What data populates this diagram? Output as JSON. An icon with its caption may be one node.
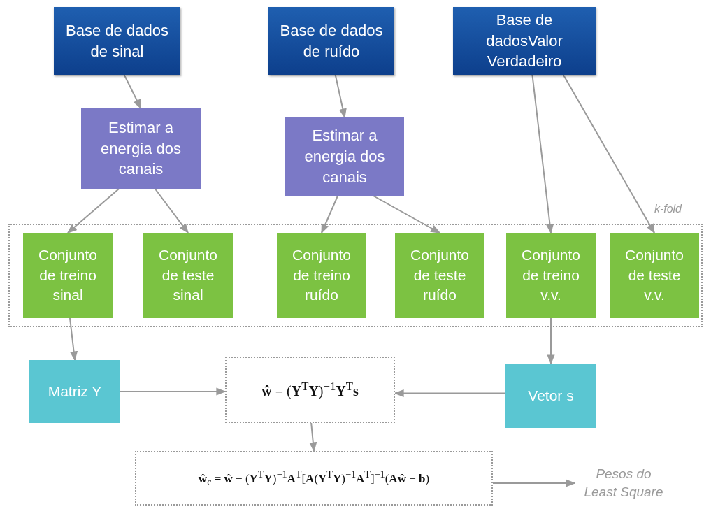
{
  "diagram": {
    "nodes": [
      {
        "text": [
          "Base de dados de sinal"
        ]
      },
      {
        "text": [
          "Base de dados de ruído"
        ]
      },
      {
        "text": [
          "Base de dadosValor Verdadeiro"
        ]
      },
      {
        "text": [
          "Estimar a energia dos canais"
        ]
      },
      {
        "text": [
          "Estimar a energia dos canais"
        ]
      },
      {
        "text": [
          "k-fold"
        ]
      },
      {
        "text": [
          "Conjunto de treino sinal"
        ],
        "in": 5
      },
      {
        "text": [
          "Conjunto de teste sinal"
        ],
        "in": 5
      },
      {
        "text": [
          "Conjunto de treino ruído"
        ],
        "in": 5
      },
      {
        "text": [
          "Conjunto de teste ruído"
        ],
        "in": 5
      },
      {
        "text": [
          "Conjunto de treino v.v."
        ],
        "in": 5
      },
      {
        "text": [
          "Conjunto de teste v.v."
        ],
        "in": 5
      },
      {
        "text": [
          "Matriz Y"
        ]
      },
      {
        "text": [
          "**ŵ** = (**Y**$^{T}$**Y**)$^{−1}$**Y**$^{T}$**s**"
        ]
      },
      {
        "text": [
          "Vetor s"
        ]
      },
      {
        "text": [
          "**ŵ**$_{c}$ = **ŵ** − (**Y**$^{T}$**Y**)$^{−1}$**A**$^{T}$[**A**(**Y**$^{T}$**Y**)$^{−1}$**A**$^{T}$]$^{−1}$(**Aŵ** − **b**)"
        ]
      },
      {
        "text": [
          "Pesos do Least Square"
        ]
      }
    ],
    "edges": [
      {
        "from": 0,
        "to": 3,
        "arrow": "to"
      },
      {
        "from": 1,
        "to": 4,
        "arrow": "to"
      },
      {
        "from": 2,
        "to": 10,
        "arrow": "to"
      },
      {
        "from": 2,
        "to": 11,
        "arrow": "to"
      },
      {
        "from": 3,
        "to": 6,
        "arrow": "to"
      },
      {
        "from": 3,
        "to": 7,
        "arrow": "to"
      },
      {
        "from": 4,
        "to": 8,
        "arrow": "to"
      },
      {
        "from": 4,
        "to": 9,
        "arrow": "to"
      },
      {
        "from": 6,
        "to": 12,
        "arrow": "to"
      },
      {
        "from": 10,
        "to": 14,
        "arrow": "to"
      },
      {
        "from": 12,
        "to": 13,
        "arrow": "to"
      },
      {
        "from": 14,
        "to": 13,
        "arrow": "to"
      },
      {
        "from": 13,
        "to": 15,
        "arrow": "to"
      },
      {
        "from": 15,
        "to": 16,
        "arrow": "to"
      }
    ]
  }
}
